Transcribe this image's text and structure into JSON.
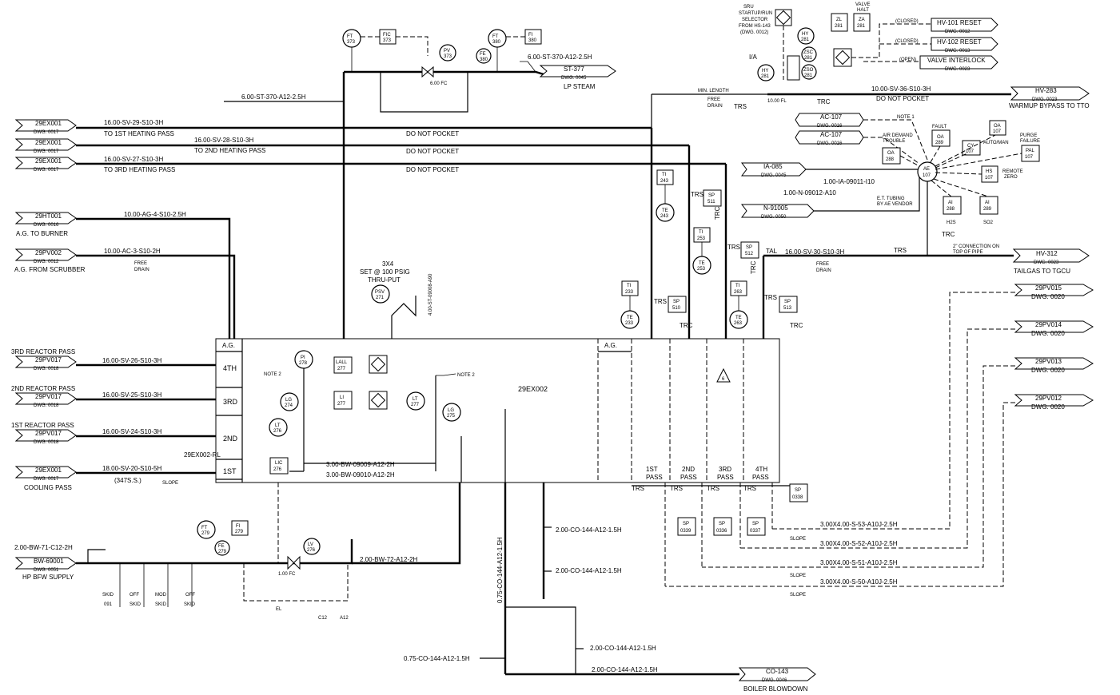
{
  "offpage": {
    "left": [
      {
        "tag": "29EX001",
        "dwg": "DWG. 0017",
        "line": "16.00-SV-29-S10-3H",
        "note": "TO 1ST HEATING PASS",
        "mid": "DO NOT POCKET"
      },
      {
        "tag": "29EX001",
        "dwg": "DWG. 0017",
        "line": "16.00-SV-28-S10-3H",
        "note": "TO 2ND HEATING PASS",
        "mid": "DO NOT POCKET"
      },
      {
        "tag": "29EX001",
        "dwg": "DWG. 0017",
        "line": "16.00-SV-27-S10-3H",
        "note": "TO 3RD HEATING PASS",
        "mid": "DO NOT POCKET"
      },
      {
        "tag": "29HT001",
        "dwg": "DWG. 0016",
        "line": "10.00-AG-4-S10-2.5H",
        "note": "A.G. TO BURNER"
      },
      {
        "tag": "29PV002",
        "dwg": "DWG. 0012",
        "line": "10.00-AC-3-S10-2H",
        "note": "A.G. FROM SCRUBBER",
        "free": "FREE",
        "drain": "DRAIN"
      },
      {
        "tag": "29PV017",
        "dwg": "DWG. 0018",
        "line": "16.00-SV-26-S10-3H",
        "note": "3RD REACTOR PASS"
      },
      {
        "tag": "29PV017",
        "dwg": "DWG. 0018",
        "line": "16.00-SV-25-S10-3H",
        "note": "2ND REACTOR PASS"
      },
      {
        "tag": "29PV017",
        "dwg": "DWG. 0018",
        "line": "16.00-SV-24-S10-3H",
        "note": "1ST REACTOR PASS"
      },
      {
        "tag": "29EX001",
        "dwg": "DWG. 0017",
        "line": "18.00-SV-20-S10-5H",
        "note": "COOLING PASS",
        "extra": "(347S.S.)",
        "slope": "SLOPE"
      },
      {
        "tag": "BW-69001",
        "dwg": "DWG. 0051",
        "line": "2.00-BW-71-C12-2H",
        "note": "HP BFW SUPPLY"
      }
    ],
    "right": [
      {
        "tag": "ST-377",
        "dwg": "DWG. 0045",
        "note": "LP STEAM",
        "line": "6.00-ST-370-A12-2.5H"
      },
      {
        "tag": "HV-283",
        "dwg": "DWG. 0023",
        "note": "WARMUP BYPASS TO TTO",
        "line": "10.00-SV-36-S10-3H",
        "mid": "DO NOT POCKET"
      },
      {
        "tag": "HV-312",
        "dwg": "DWG. 0023",
        "note": "TAILGAS TO TGCU",
        "line": "16.00-SV-30-S10-3H"
      },
      {
        "tag": "29PV015",
        "dwg": "DWG. 0020"
      },
      {
        "tag": "29PV014",
        "dwg": "DWG. 0020"
      },
      {
        "tag": "29PV013",
        "dwg": "DWG. 0020"
      },
      {
        "tag": "29PV012",
        "dwg": "DWG. 0020"
      },
      {
        "tag": "CO-143",
        "dwg": "DWG. 0046",
        "note": "BOILER BLOWDOWN"
      }
    ],
    "top_right": [
      {
        "tag": "HV-101 RESET",
        "dwg": "DWG. 0012",
        "sig": "(CLOSED)"
      },
      {
        "tag": "HV-102 RESET",
        "dwg": "DWG. 0013",
        "sig": "(CLOSED)"
      },
      {
        "tag": "VALVE INTERLOCK",
        "dwg": "DWG. 0023",
        "sig": "(OPEN)"
      }
    ],
    "mid_right": [
      {
        "tag": "AC-107",
        "dwg": "DWG. 0016"
      },
      {
        "tag": "AC-107",
        "dwg": "DWG. 0016"
      },
      {
        "tag": "IA-085",
        "dwg": "DWG. 0045",
        "line": "1.00-IA-09011-I10"
      },
      {
        "tag": "N-91005",
        "dwg": "DWG. 0050",
        "line": "1.00-N-09012-A10"
      }
    ]
  },
  "vessel": {
    "tag": "29EX002",
    "ag": "A.G.",
    "passes_left": [
      "4TH",
      "3RD",
      "2ND",
      "1ST"
    ],
    "passes_bottom": [
      [
        "1ST",
        "PASS"
      ],
      [
        "2ND",
        "PASS"
      ],
      [
        "3RD",
        "PASS"
      ],
      [
        "4TH",
        "PASS"
      ]
    ],
    "rl": "29EX002-RL",
    "note2": "NOTE 2",
    "rev": "6"
  },
  "instruments": [
    {
      "tag": "FT",
      "num": "373"
    },
    {
      "tag": "FIC",
      "num": "373"
    },
    {
      "tag": "PV",
      "num": "373"
    },
    {
      "tag": "FT",
      "num": "380"
    },
    {
      "tag": "FI",
      "num": "380"
    },
    {
      "tag": "FE",
      "num": "380"
    },
    {
      "tag": "PI",
      "num": "278"
    },
    {
      "tag": "LALL",
      "num": "277"
    },
    {
      "tag": "LG",
      "num": "274"
    },
    {
      "tag": "LT",
      "num": "276"
    },
    {
      "tag": "LIC",
      "num": "276"
    },
    {
      "tag": "LI",
      "num": "277"
    },
    {
      "tag": "LT",
      "num": "277"
    },
    {
      "tag": "LG",
      "num": "275"
    },
    {
      "tag": "PSV",
      "num": "271"
    },
    {
      "tag": "TI",
      "num": "243"
    },
    {
      "tag": "TE",
      "num": "243"
    },
    {
      "tag": "TI",
      "num": "253"
    },
    {
      "tag": "TE",
      "num": "253"
    },
    {
      "tag": "TI",
      "num": "233"
    },
    {
      "tag": "TE",
      "num": "233"
    },
    {
      "tag": "TI",
      "num": "263"
    },
    {
      "tag": "TE",
      "num": "263"
    },
    {
      "tag": "FT",
      "num": "279"
    },
    {
      "tag": "FI",
      "num": "279"
    },
    {
      "tag": "FE",
      "num": "279"
    },
    {
      "tag": "LV",
      "num": "276"
    },
    {
      "tag": "HY",
      "num": "281"
    },
    {
      "tag": "HY",
      "num": "281"
    },
    {
      "tag": "ZSC",
      "num": "281"
    },
    {
      "tag": "ZSO",
      "num": "281"
    },
    {
      "tag": "ZL",
      "num": "281"
    },
    {
      "tag": "ZA",
      "num": "281"
    },
    {
      "tag": "AE",
      "num": "107"
    },
    {
      "tag": "AI",
      "num": "288"
    },
    {
      "tag": "AI",
      "num": "289"
    },
    {
      "tag": "FAULT",
      "num": "289"
    },
    {
      "tag": "OA",
      "num": "288"
    },
    {
      "tag": "CY",
      "num": "107"
    },
    {
      "tag": "OA",
      "num": "107"
    },
    {
      "tag": "PAL",
      "num": "107"
    },
    {
      "tag": "HS",
      "num": "107"
    }
  ],
  "sp": [
    {
      "tag": "SP",
      "num": "511"
    },
    {
      "tag": "SP",
      "num": "512"
    },
    {
      "tag": "SP",
      "num": "510"
    },
    {
      "tag": "SP",
      "num": "513"
    },
    {
      "tag": "SP",
      "num": "0339"
    },
    {
      "tag": "SP",
      "num": "0336"
    },
    {
      "tag": "SP",
      "num": "0338"
    },
    {
      "tag": "SP",
      "num": "0337"
    }
  ],
  "lines": {
    "st370": "6.00-ST-370-A12-2.5H",
    "bw09009": "3.00-BW-09009-A12-2H",
    "bw09010": "3.00-BW-09010-A12-2H",
    "bw72": "2.00-BW-72-A12-2H",
    "st09008": "4.00-ST-09008-A90",
    "co144a": "2.00-CO-144-A12-1.5H",
    "co144b": "2.00-CO-144-A12-1.5H",
    "co144c": "2.00-CO-144-A12-1.5H",
    "co144d": "2.00-CO-144-A12-1.5H",
    "co144e": "0.75-CO-144-A12-1.5H",
    "co144v": "0.75-CO-144-A12-1.5H",
    "s53": "3.00X4.00-S-53-A10J-2.5H",
    "s52": "3.00X4.00-S-52-A10J-2.5H",
    "s51": "3.00X4.00-S-51-A10J-2.5H",
    "s50": "3.00X4.00-S-50-A10J-2.5H"
  },
  "notes": {
    "psv": [
      "3X4",
      "SET @ 100 PSIG",
      "THRU-PUT"
    ],
    "sru": [
      "SRU",
      "STARTUP/RUN",
      "SELECTOR",
      "FROM HS-143",
      "(DWG. 0012)"
    ],
    "valve_halt": [
      "VALVE",
      "HALT"
    ],
    "min_len": "MIN. LENGTH",
    "free": "FREE",
    "drain": "DRAIN",
    "trc": "TRC",
    "trs": "TRS",
    "slope": "SLOPE",
    "air_demand": "AIR DEMAND",
    "trouble": "TROUBLE",
    "note1": "NOTE 1",
    "auto_man": "AUTO/MAN",
    "purge": "PURGE",
    "failure": "FAILURE",
    "remote": "REMOTE",
    "zero": "ZERO",
    "et_tubing": "E.T. TUBING",
    "by_vendor": "BY AE VENDOR",
    "conn": "2\" CONNECTION ON",
    "top_pipe": "TOP OF PIPE",
    "ia": "I/A",
    "fl": "10.00 FL",
    "tal": "TAL",
    "el": "EL",
    "skid": [
      "SKID",
      "OFF",
      "MOD",
      "OFF"
    ],
    "skid2": [
      "091",
      "SKID",
      "SKID",
      "SKID"
    ],
    "c12": "C12",
    "a12": "A12",
    "fc": "6.00 FC",
    "fc2": "1.00 FC",
    "h2s": "H2S",
    "so2": "SO2"
  }
}
